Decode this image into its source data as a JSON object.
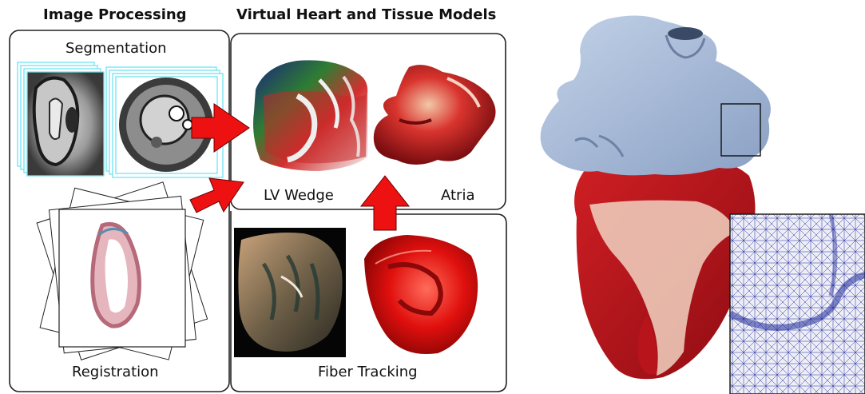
{
  "headings": {
    "image_processing": "Image Processing",
    "virtual_models": "Virtual Heart and Tissue Models"
  },
  "labels": {
    "segmentation": "Segmentation",
    "registration": "Registration",
    "lv_wedge": "LV Wedge",
    "atria": "Atria",
    "fiber_tracking": "Fiber Tracking"
  },
  "colors": {
    "arrow": "#ee1111",
    "heart_vessels": "#a9bddb",
    "heart_ventricle": "#b8141c",
    "mesh_lines": "#1e2a9a",
    "scan_frame": "#6fe3f0"
  }
}
